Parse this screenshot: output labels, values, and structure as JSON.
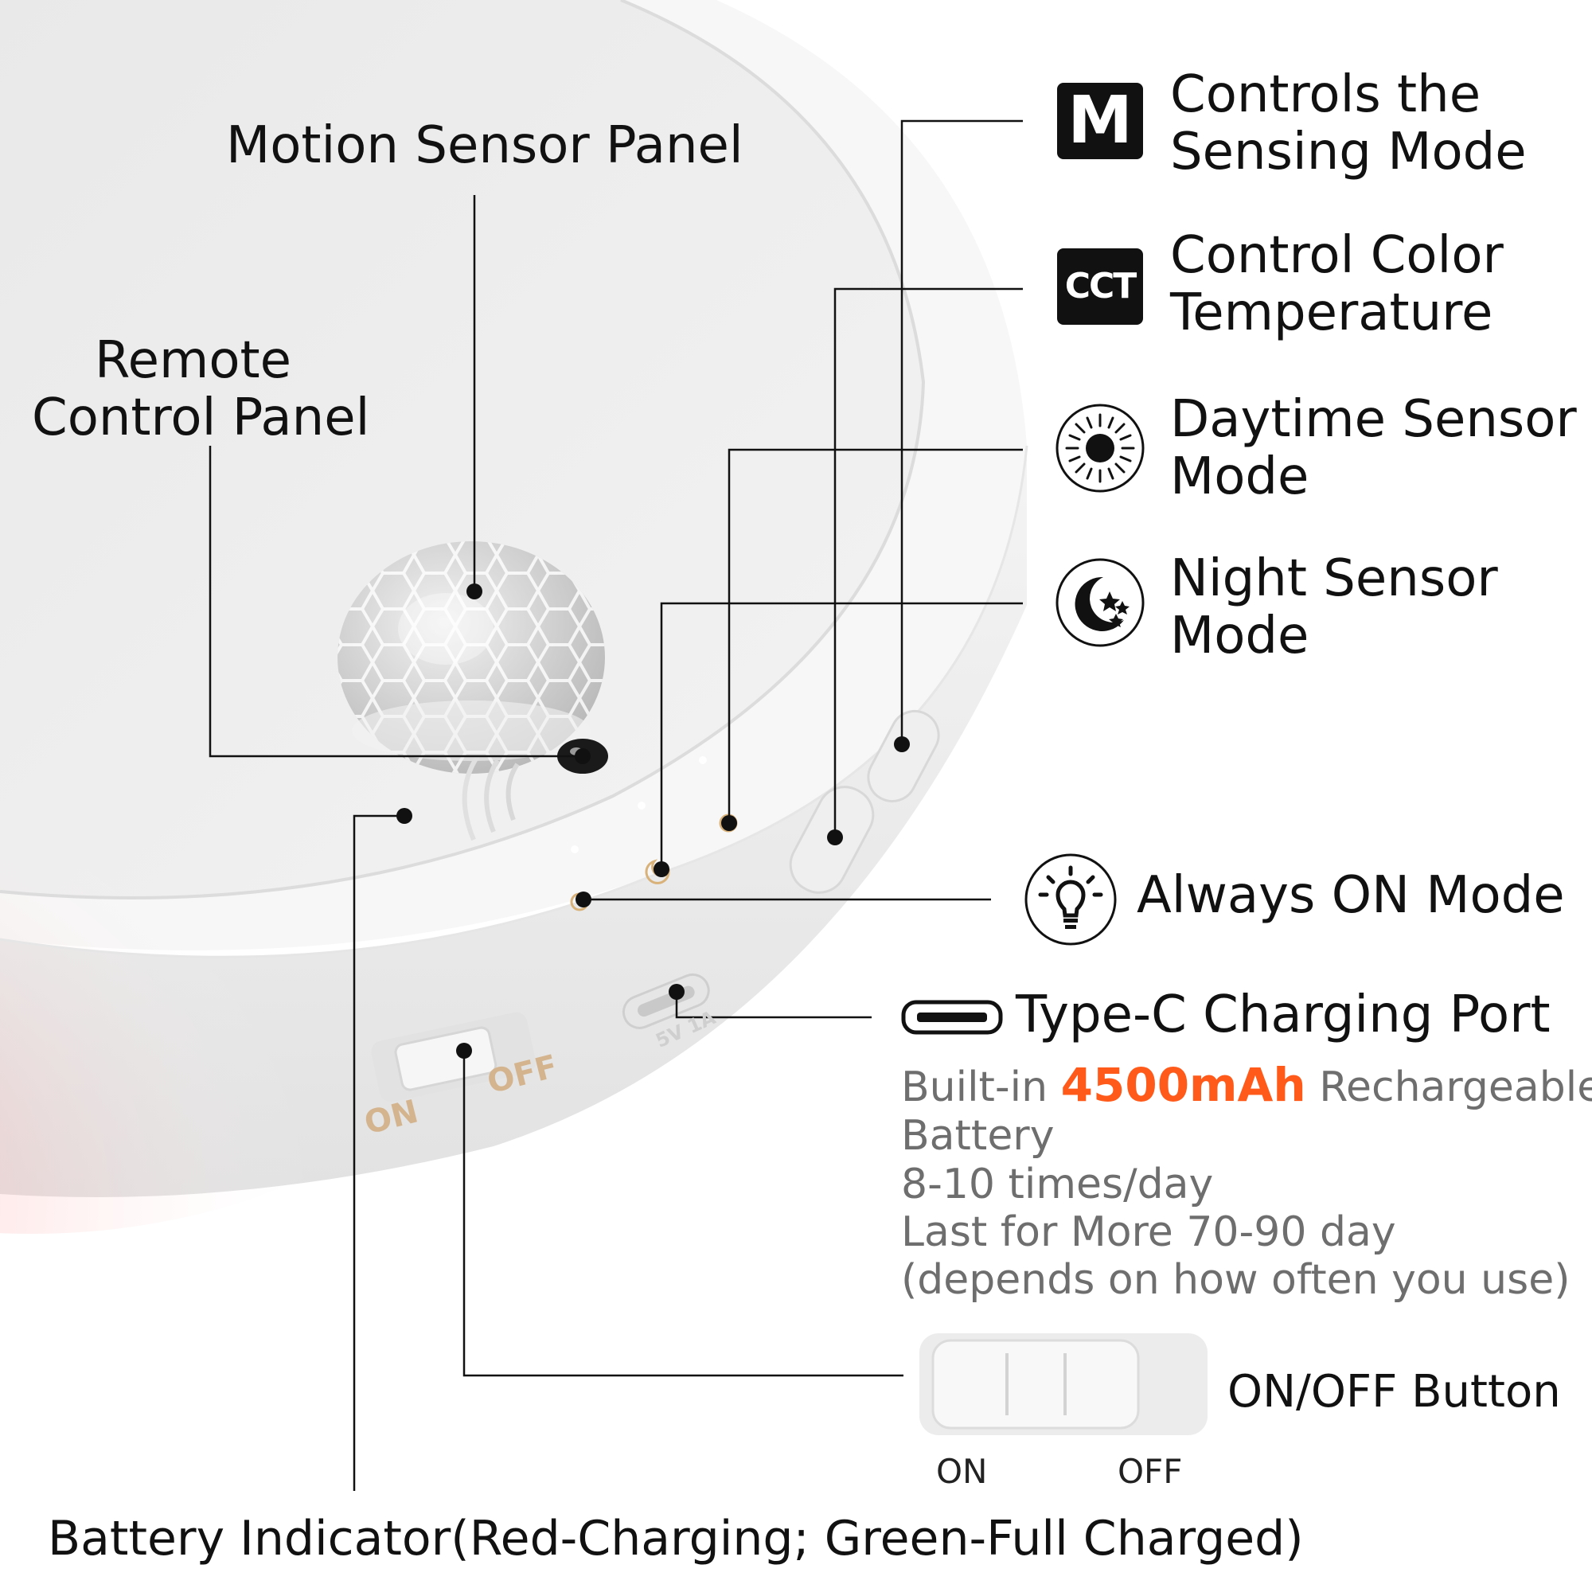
{
  "labels": {
    "motion_sensor": "Motion Sensor Panel",
    "remote_control": [
      "Remote",
      "Control Panel"
    ],
    "sensing_mode": [
      "Controls the",
      "Sensing Mode"
    ],
    "color_temp": [
      "Control Color",
      "Temperature"
    ],
    "daytime": [
      "Daytime Sensor",
      "Mode"
    ],
    "night": [
      "Night Sensor",
      "Mode"
    ],
    "always_on": "Always ON Mode",
    "type_c": "Type-C Charging Port",
    "onoff_button": "ON/OFF Button",
    "battery_indicator": "Battery Indicator(Red-Charging; Green-Full Charged)"
  },
  "icons": {
    "mode_letter": "M",
    "cct_letters": "CCT",
    "daytime_icon": "sun-icon",
    "night_icon": "moon-stars-icon",
    "always_on_icon": "lightbulb-icon",
    "port_icon": "usb-c-port-icon"
  },
  "battery": {
    "prefix": "Built-in",
    "capacity": "4500mAh",
    "suffix": "Rechargeable",
    "line2": "Battery",
    "line3": "8-10 times/day",
    "line4": "Last for More 70-90 day",
    "line5": "(depends on how often you use)"
  },
  "device_text": {
    "on": "ON",
    "off": "OFF",
    "port_rating": "5V 1A"
  },
  "switch": {
    "on": "ON",
    "off": "OFF"
  },
  "colors": {
    "accent": "#ff5a1a",
    "icon_fill": "#111111",
    "indicator_glow": "#ff4d4d"
  }
}
